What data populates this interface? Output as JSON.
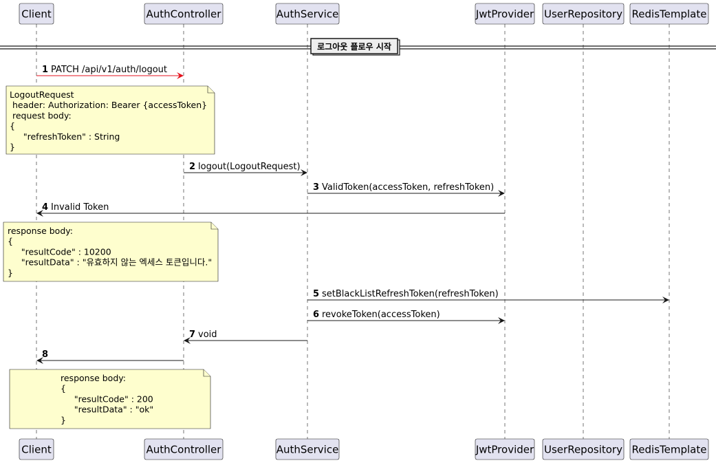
{
  "participants": [
    {
      "id": "client",
      "label": "Client"
    },
    {
      "id": "authcontroller",
      "label": "AuthController"
    },
    {
      "id": "authservice",
      "label": "AuthService"
    },
    {
      "id": "jwtprovider",
      "label": "JwtProvider"
    },
    {
      "id": "userrepository",
      "label": "UserRepository"
    },
    {
      "id": "redistemplate",
      "label": "RedisTemplate"
    }
  ],
  "divider": {
    "label": "로그아웃 플로우 시작"
  },
  "messages": [
    {
      "num": "1",
      "label": "PATCH /api/v1/auth/logout",
      "from": "client",
      "to": "authcontroller",
      "color": "#e5121c"
    },
    {
      "num": "2",
      "label": "logout(LogoutRequest)",
      "from": "authcontroller",
      "to": "authservice",
      "color": "#181818"
    },
    {
      "num": "3",
      "label": "ValidToken(accessToken, refreshToken)",
      "from": "authservice",
      "to": "jwtprovider",
      "color": "#181818"
    },
    {
      "num": "4",
      "label": "Invalid Token",
      "from": "jwtprovider",
      "to": "client",
      "color": "#181818"
    },
    {
      "num": "5",
      "label": "setBlackListRefreshToken(refreshToken)",
      "from": "authservice",
      "to": "redistemplate",
      "color": "#181818"
    },
    {
      "num": "6",
      "label": "revokeToken(accessToken)",
      "from": "authservice",
      "to": "jwtprovider",
      "color": "#181818"
    },
    {
      "num": "7",
      "label": "void",
      "from": "authservice",
      "to": "authcontroller",
      "color": "#181818"
    },
    {
      "num": "8",
      "label": "",
      "from": "authcontroller",
      "to": "client",
      "color": "#181818"
    }
  ],
  "notes": [
    {
      "lines": [
        "LogoutRequest",
        " header: Authorization: Bearer {accessToken}",
        " request body:",
        "{",
        "     \"refreshToken\" : String",
        "}"
      ]
    },
    {
      "lines": [
        "response body:",
        "{",
        "     \"resultCode\" : 10200",
        "     \"resultData\" : \"유효하지 않는 엑세스 토큰입니다.\"",
        "}"
      ]
    },
    {
      "lines": [
        "response body:",
        "{",
        "     \"resultCode\" : 200",
        "     \"resultData\" : \"ok\"",
        "}"
      ]
    }
  ],
  "colors": {
    "participant_fill": "#e2e2f0",
    "participant_stroke": "#181818",
    "note_fill": "#fefece",
    "note_stroke": "#181818",
    "lifeline": "#181818",
    "arrow_default": "#181818",
    "arrow_request": "#e5121c"
  }
}
